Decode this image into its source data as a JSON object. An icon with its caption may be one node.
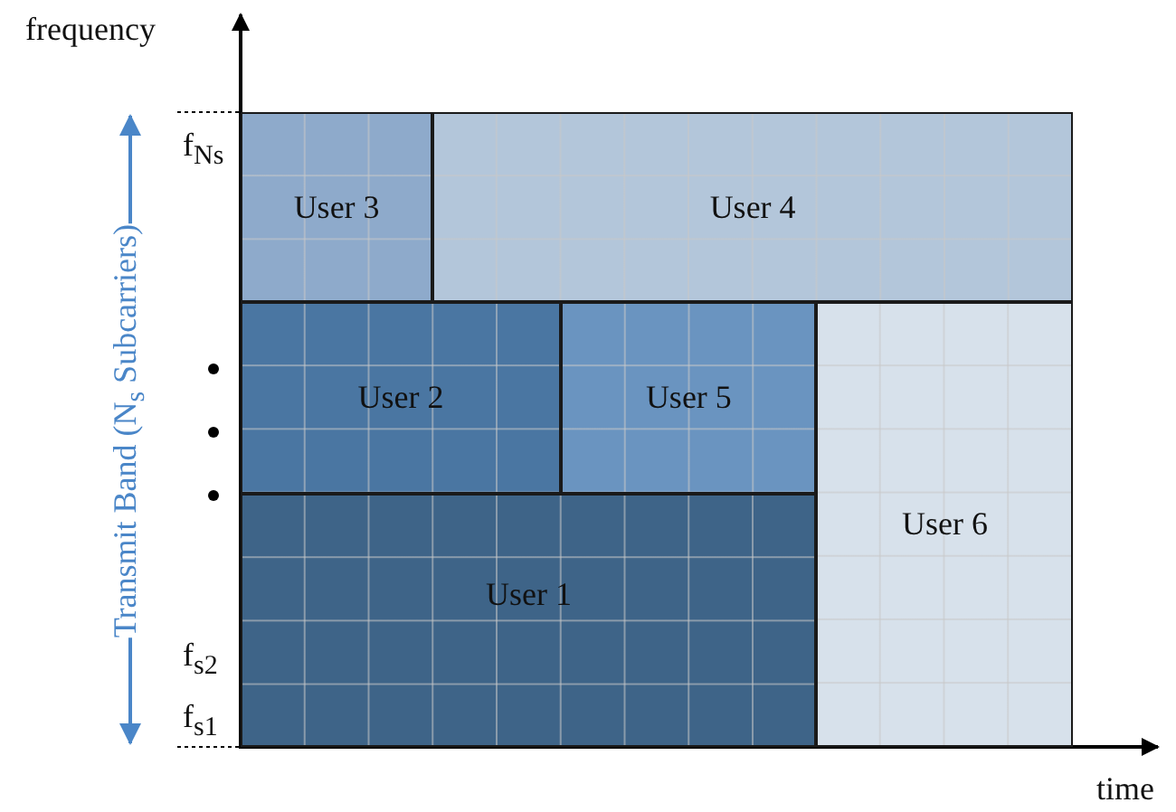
{
  "diagram": {
    "nodes": [
      {
        "text": [
          "User 3"
        ]
      },
      {
        "text": [
          "User 4"
        ]
      },
      {
        "text": [
          "User 2"
        ]
      },
      {
        "text": [
          "User 5"
        ]
      },
      {
        "text": [
          "User 6"
        ]
      },
      {
        "text": [
          "User 1"
        ]
      }
    ],
    "edges": [],
    "labels": [
      "frequency",
      "f$_{Ns}$",
      "Transmit Band (N$_{s}$ Subcarriers)",
      "f$_{s2}$",
      "f$_{s1}$",
      "time"
    ]
  }
}
